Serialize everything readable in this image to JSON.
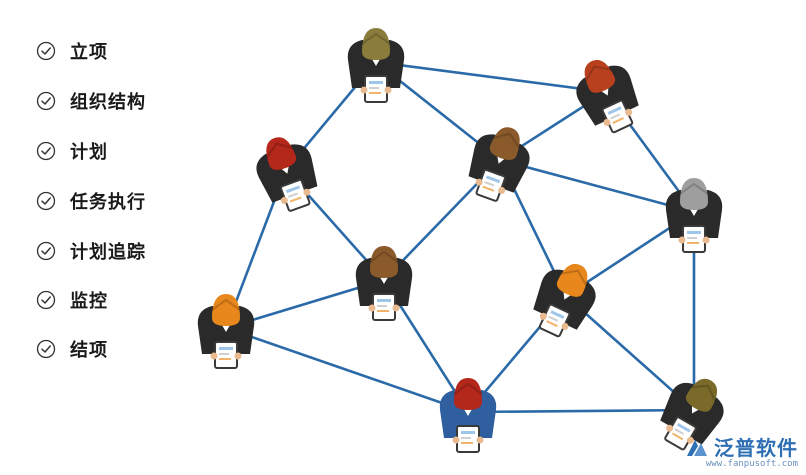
{
  "checklist": [
    {
      "label": "立项"
    },
    {
      "label": "组织结构"
    },
    {
      "label": "计划"
    },
    {
      "label": "任务执行"
    },
    {
      "label": "计划追踪"
    },
    {
      "label": "监控"
    },
    {
      "label": "结项"
    }
  ],
  "colors": {
    "line": "#2b6aa8",
    "suit": "#2a2a2a",
    "suit_blue": "#2f5f9e",
    "skin": "#e9b98f",
    "check": "#333333",
    "brand": "#2f6fb3"
  },
  "people": [
    {
      "id": "person-top",
      "hair": "#8a7c3a",
      "suit": "suit"
    },
    {
      "id": "person-top-right",
      "hair": "#b8401f",
      "suit": "suit"
    },
    {
      "id": "person-left",
      "hair": "#b3281a",
      "suit": "suit"
    },
    {
      "id": "person-center-top",
      "hair": "#8a5a2b",
      "suit": "suit"
    },
    {
      "id": "person-right",
      "hair": "#9e9e9e",
      "suit": "suit"
    },
    {
      "id": "person-center",
      "hair": "#8a5a2b",
      "suit": "suit"
    },
    {
      "id": "person-mid-right",
      "hair": "#e8871c",
      "suit": "suit"
    },
    {
      "id": "person-far-left",
      "hair": "#e8871c",
      "suit": "suit"
    },
    {
      "id": "person-bottom",
      "hair": "#b3281a",
      "suit": "suit_blue"
    },
    {
      "id": "person-bottom-right",
      "hair": "#7a6a2a",
      "suit": "suit"
    }
  ],
  "watermark": {
    "brand": "泛普软件",
    "url": "www.fanpusoft.com"
  }
}
